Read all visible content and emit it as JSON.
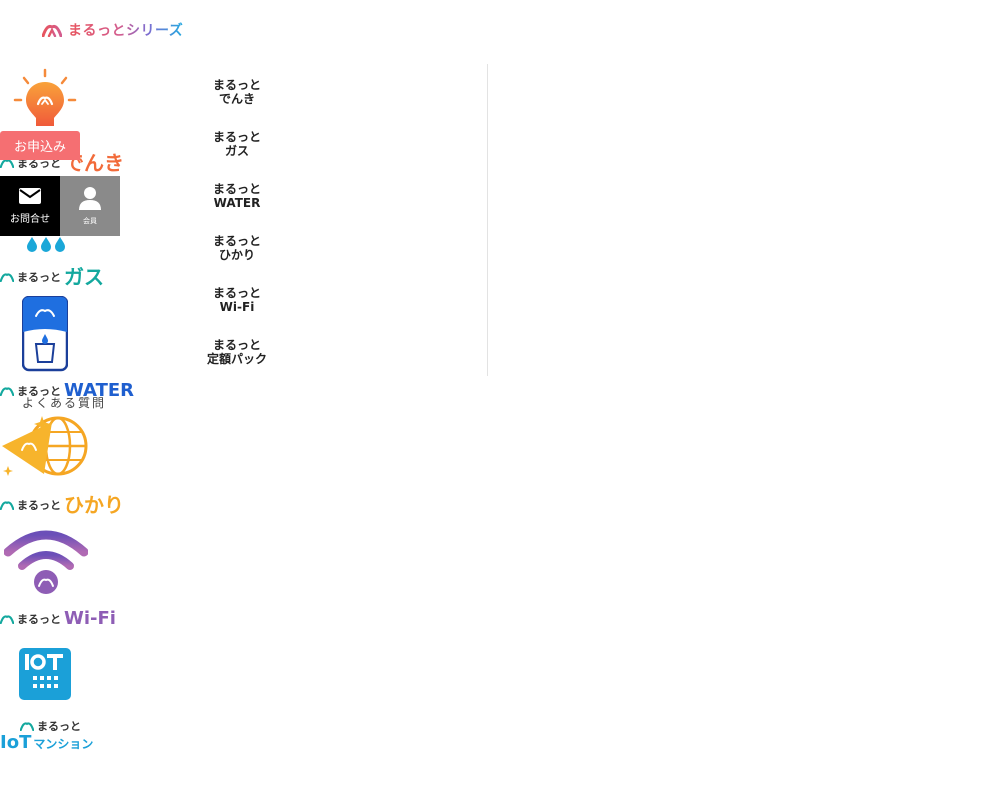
{
  "header": {
    "logo_text": "まるっとシリーズ"
  },
  "services": {
    "denki": {
      "small": "まるっと",
      "big": "でんき",
      "color": "#f26b3a"
    },
    "gas": {
      "small": "まるっと",
      "big": "ガス",
      "color": "#13a89e"
    },
    "water": {
      "small": "まるっと",
      "big": "WATER",
      "color": "#1f5fcf"
    },
    "hikari": {
      "small": "まるっと",
      "big": "ひかり",
      "color": "#f5a623"
    },
    "wifi": {
      "small": "まるっと",
      "big": "Wi-Fi",
      "color": "#8e5db5"
    },
    "iot": {
      "small": "まるっと",
      "big_iot": "IoT",
      "big_rest": "マンション",
      "color": "#1ba0d8"
    }
  },
  "actions": {
    "apply_label": "お申込み",
    "contact_label": "お問合せ",
    "member_label": "会員"
  },
  "faq_label": "よくある質問",
  "nav": {
    "items": [
      {
        "line1": "まるっと",
        "line2": "でんき"
      },
      {
        "line1": "まるっと",
        "line2": "ガス"
      },
      {
        "line1": "まるっと",
        "line2": "WATER"
      },
      {
        "line1": "まるっと",
        "line2": "ひかり"
      },
      {
        "line1": "まるっと",
        "line2": "Wi-Fi"
      },
      {
        "line1": "まるっと",
        "line2": "定額パック"
      }
    ]
  },
  "colors": {
    "apply_bg": "#f56f72",
    "contact_bg": "#000000",
    "member_bg": "#8a8a8a"
  }
}
